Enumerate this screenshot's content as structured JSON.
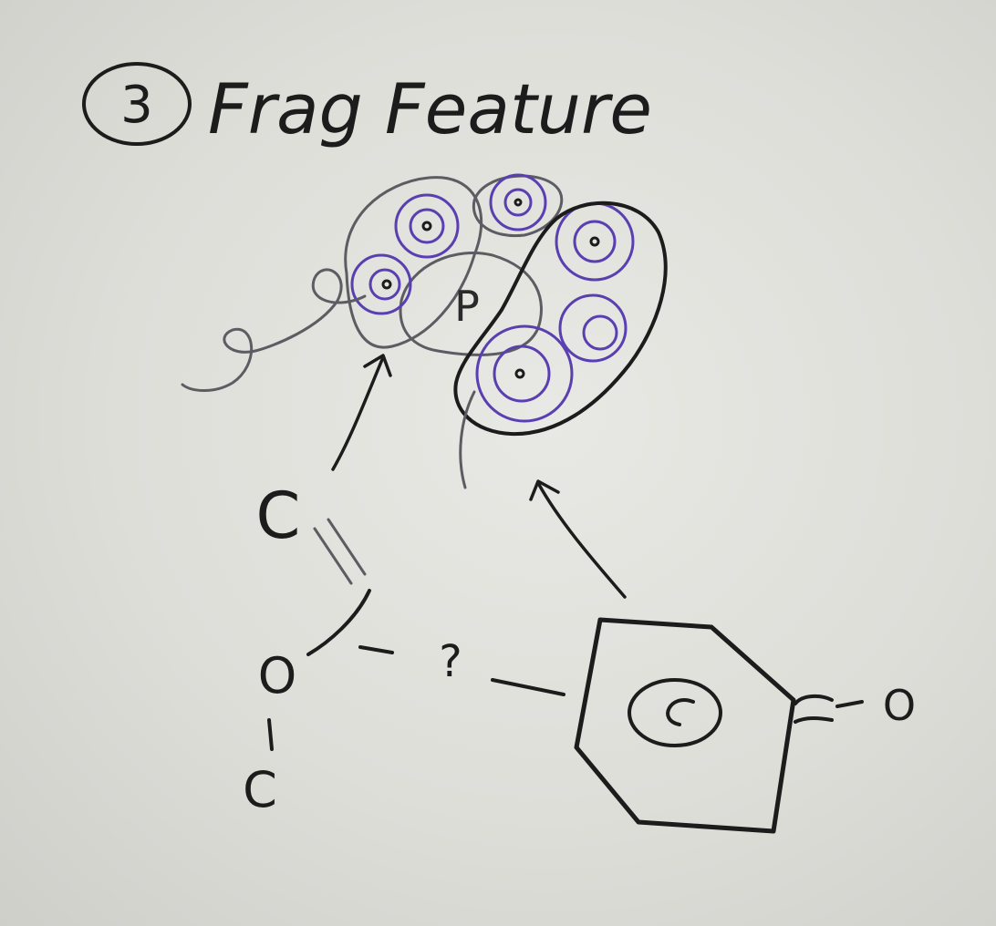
{
  "whiteboard": {
    "step_number": "3",
    "title": "Frag Feature",
    "center_atom_label": "P",
    "upper_fragment": {
      "atom_1": "C",
      "atom_2": "O",
      "atom_3": "C"
    },
    "link_label": "?",
    "substituent_label": "O",
    "colors": {
      "board": "#dedede",
      "marker_black": "#1c1c1c",
      "marker_purple": "#5a3fb0",
      "marker_gray": "#5c5c62"
    }
  }
}
